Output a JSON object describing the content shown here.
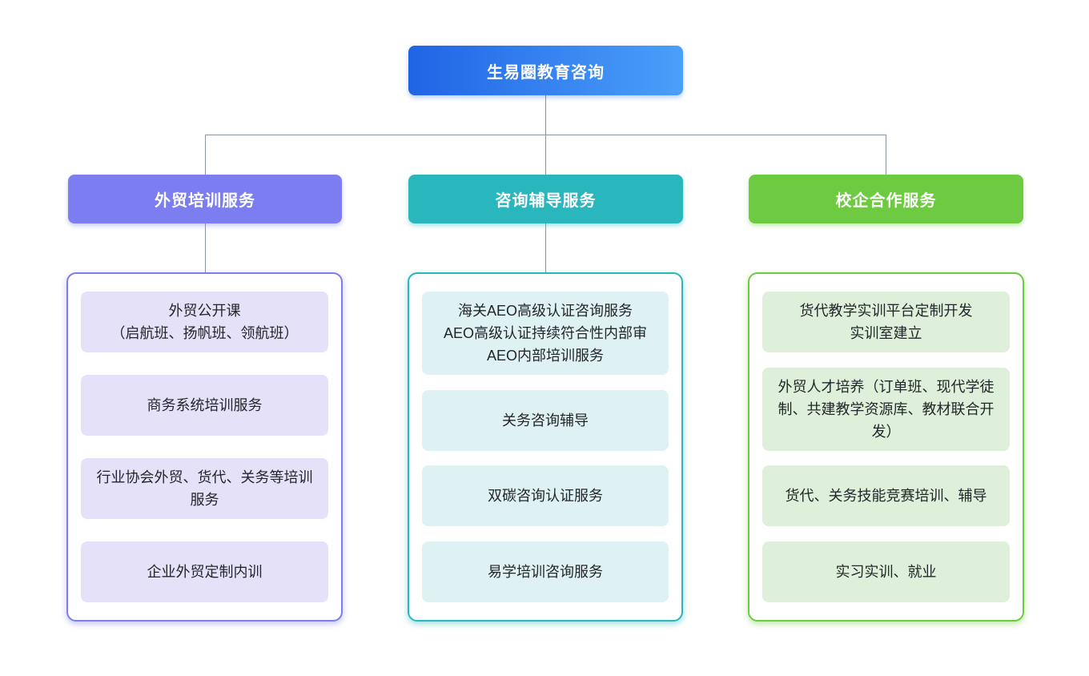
{
  "root": {
    "label": "生易圈教育咨询"
  },
  "branches": [
    {
      "label": "外贸培训服务",
      "items": [
        "外贸公开课\n（启航班、扬帆班、领航班）",
        "商务系统培训服务",
        "行业协会外贸、货代、关务等培训服务",
        "企业外贸定制内训"
      ]
    },
    {
      "label": "咨询辅导服务",
      "items": [
        "海关AEO高级认证咨询服务\nAEO高级认证持续符合性内部审\nAEO内部培训服务",
        "关务咨询辅导",
        "双碳咨询认证服务",
        "易学培训咨询服务"
      ]
    },
    {
      "label": "校企合作服务",
      "items": [
        "货代教学实训平台定制开发\n实训室建立",
        "外贸人才培养（订单班、现代学徒制、共建教学资源库、教材联合开发）",
        "货代、关务技能竞赛培训、辅导",
        "实习实训、就业"
      ]
    }
  ],
  "colors": {
    "root_gradient_start": "#2064e6",
    "root_gradient_end": "#4aa0f9",
    "branch1": "#7b7df0",
    "branch1_light": "#e4e1f8",
    "branch2": "#29b6bd",
    "branch2_light": "#def1f3",
    "branch3": "#6eca40",
    "branch3_light": "#def0d9",
    "connector": "#8b93a2"
  }
}
